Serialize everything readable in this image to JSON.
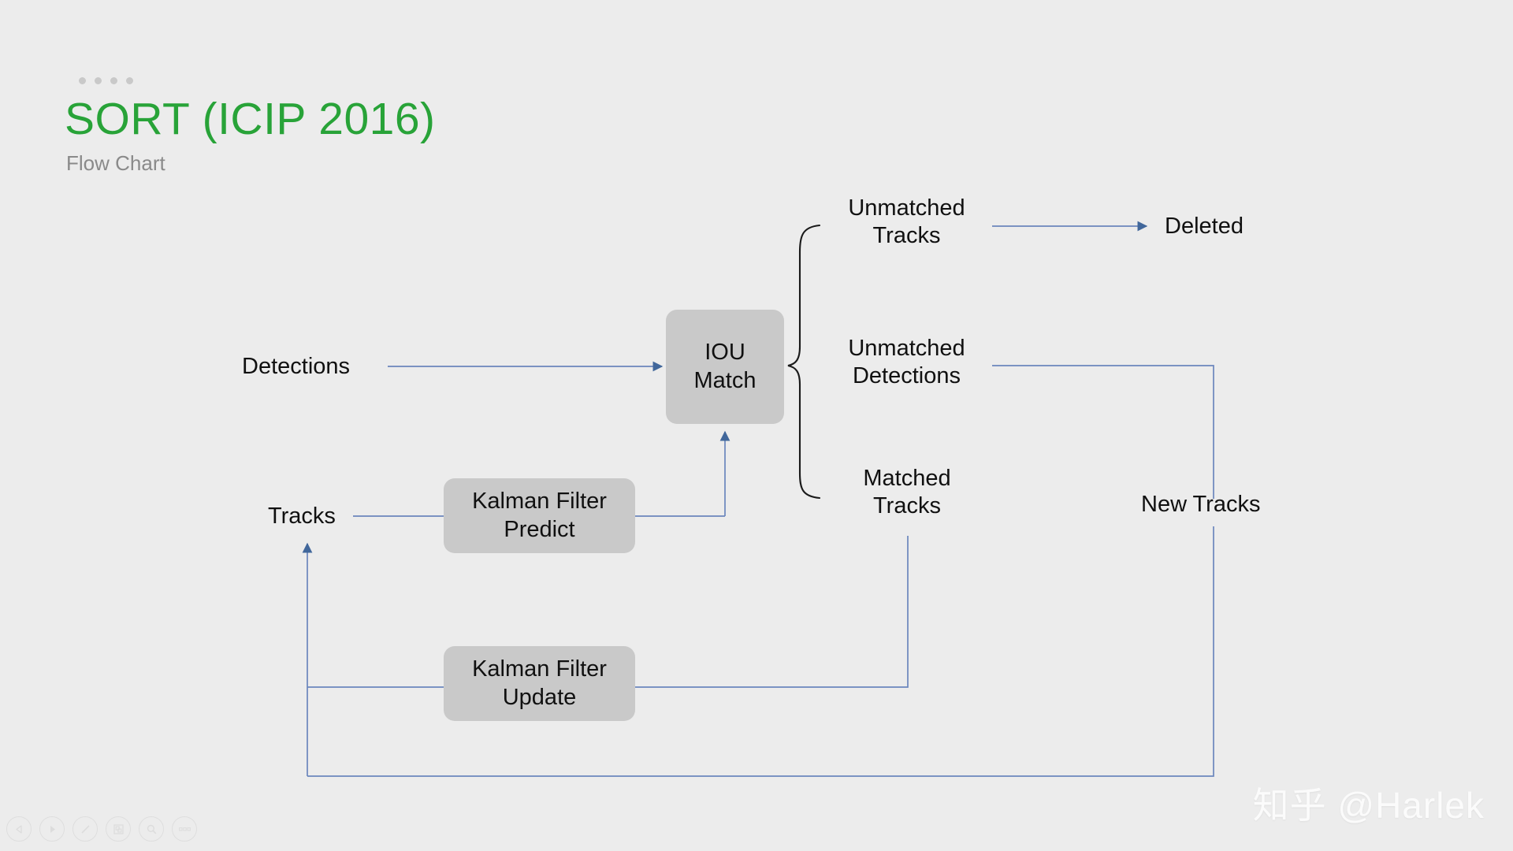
{
  "slide": {
    "title": "SORT (ICIP 2016)",
    "subtitle": "Flow Chart",
    "title_color": "#28a338",
    "subtitle_color": "#8a8a8a",
    "background_color": "#ececec",
    "dots_count": 4,
    "dot_color": "#c9c9c9"
  },
  "diagram": {
    "type": "flow-chart",
    "node_fill": "#c9c9c9",
    "wire_color": "#6b86bd",
    "arrow_color": "#41679b",
    "brace_color": "#1a1a1a",
    "nodes": [
      {
        "id": "iou-match",
        "line1": "IOU",
        "line2": "Match"
      },
      {
        "id": "kf-predict",
        "line1": "Kalman Filter",
        "line2": "Predict"
      },
      {
        "id": "kf-update",
        "line1": "Kalman Filter",
        "line2": "Update"
      }
    ],
    "labels": [
      {
        "id": "detections",
        "text": "Detections"
      },
      {
        "id": "tracks",
        "text": "Tracks"
      },
      {
        "id": "unmatched-tracks",
        "line1": "Unmatched",
        "line2": "Tracks"
      },
      {
        "id": "unmatched-detections",
        "line1": "Unmatched",
        "line2": "Detections"
      },
      {
        "id": "matched-tracks",
        "line1": "Matched",
        "line2": "Tracks"
      },
      {
        "id": "deleted",
        "text": "Deleted"
      },
      {
        "id": "new-tracks",
        "text": "New Tracks"
      }
    ],
    "edges": [
      {
        "from": "detections",
        "to": "iou-match",
        "arrow": true
      },
      {
        "from": "kf-predict",
        "to": "iou-match",
        "arrow": true
      },
      {
        "from": "tracks",
        "to": "kf-predict",
        "arrow": false
      },
      {
        "from": "unmatched-tracks",
        "to": "deleted",
        "arrow": true
      },
      {
        "from": "unmatched-detections",
        "to": "new-tracks",
        "arrow": false
      },
      {
        "from": "matched-tracks",
        "to": "kf-update",
        "arrow": false
      },
      {
        "from": "kf-update",
        "to": "tracks",
        "arrow": true
      },
      {
        "from": "new-tracks",
        "to": "tracks",
        "arrow": true
      }
    ]
  },
  "controls": [
    {
      "id": "prev",
      "icon": "previous-triangle-icon"
    },
    {
      "id": "play",
      "icon": "play-triangle-icon"
    },
    {
      "id": "pen",
      "icon": "pen-icon"
    },
    {
      "id": "layout",
      "icon": "grid-layout-icon"
    },
    {
      "id": "zoom",
      "icon": "magnifier-icon"
    },
    {
      "id": "more",
      "icon": "more-dots-icon"
    }
  ],
  "watermark": {
    "text": "知乎 @Harlek"
  }
}
